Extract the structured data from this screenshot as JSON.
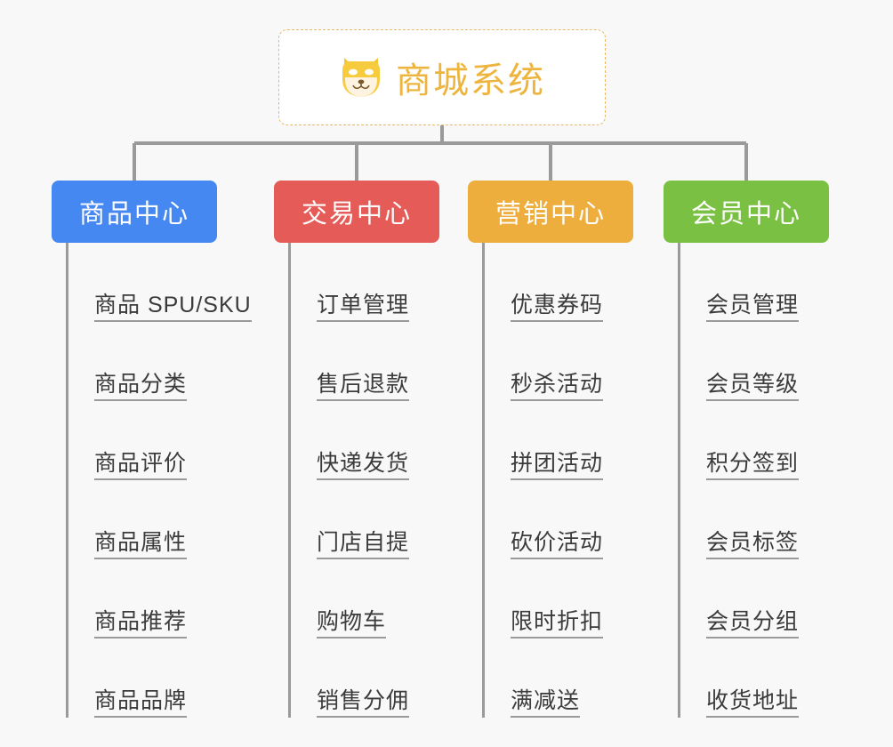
{
  "diagram": {
    "type": "organization-tree",
    "title": "商城系统",
    "background_color": "#f8f8f8",
    "root": {
      "label": "商城系统",
      "icon": "shiba-inu-dog-emoji",
      "icon_glyph": "🐶",
      "text_color": "#eeb53e",
      "border_color": "#e8b964",
      "background_color": "#ffffff",
      "border_style": "dashed"
    },
    "connector_color": "#9a9a9a",
    "leaf_text_color": "#3b3b3b",
    "leaf_underline_color": "#9a9a9a",
    "categories": [
      {
        "label": "商品中心",
        "color": "#4688f1",
        "text_color": "#ffffff",
        "items": [
          "商品 SPU/SKU",
          "商品分类",
          "商品评价",
          "商品属性",
          "商品推荐",
          "商品品牌"
        ]
      },
      {
        "label": "交易中心",
        "color": "#e45b57",
        "text_color": "#ffffff",
        "items": [
          "订单管理",
          "售后退款",
          "快递发货",
          "门店自提",
          "购物车",
          "销售分佣"
        ]
      },
      {
        "label": "营销中心",
        "color": "#edae3d",
        "text_color": "#ffffff",
        "items": [
          "优惠券码",
          "秒杀活动",
          "拼团活动",
          "砍价活动",
          "限时折扣",
          "满减送"
        ]
      },
      {
        "label": "会员中心",
        "color": "#7ac143",
        "text_color": "#ffffff",
        "items": [
          "会员管理",
          "会员等级",
          "积分签到",
          "会员标签",
          "会员分组",
          "收货地址"
        ]
      }
    ]
  }
}
